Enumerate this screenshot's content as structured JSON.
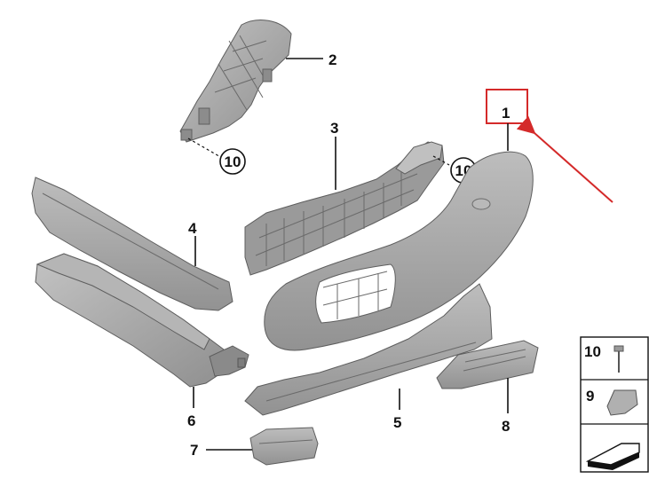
{
  "diagram": {
    "callouts": {
      "c1": "1",
      "c2": "2",
      "c3": "3",
      "c4": "4",
      "c5": "5",
      "c6": "6",
      "c7": "7",
      "c8": "8",
      "c10a": "10",
      "c10b": "10"
    },
    "legend": {
      "row10": "10",
      "row9": "9"
    },
    "colors": {
      "part_fill": "#a7a7a7",
      "part_dark": "#8c8c8c",
      "part_light": "#c4c4c4",
      "highlight": "#d42a2a"
    }
  }
}
